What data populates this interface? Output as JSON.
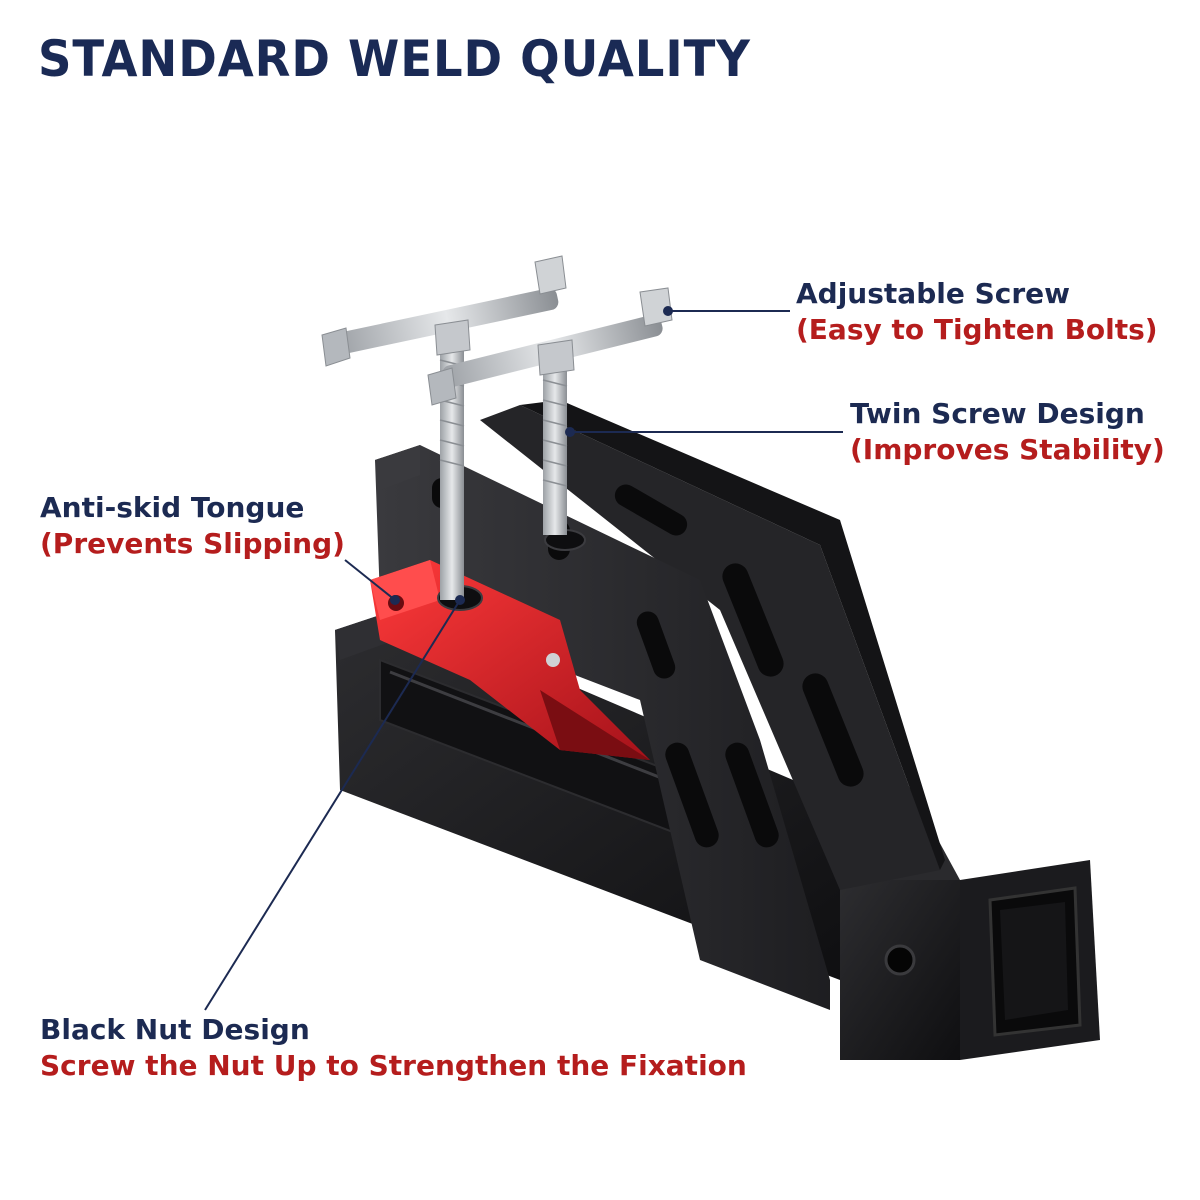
{
  "title": "STANDARD WELD QUALITY",
  "callouts": {
    "adjustable_screw": {
      "label": "Adjustable Screw",
      "note": "(Easy to Tighten Bolts)"
    },
    "twin_screw": {
      "label": "Twin Screw Design",
      "note": "(Improves Stability)"
    },
    "anti_skid": {
      "label": "Anti-skid Tongue",
      "note": "(Prevents Slipping)"
    },
    "black_nut": {
      "label": "Black Nut Design",
      "note": "Screw the Nut Up to Strengthen the Fixation"
    }
  },
  "colors": {
    "heading": "#1a2a55",
    "label": "#1c2a52",
    "note": "#b51d1d",
    "steel": "#1c1c1e",
    "tongue": "#d8232a",
    "bolt": "#c9ccd0"
  }
}
